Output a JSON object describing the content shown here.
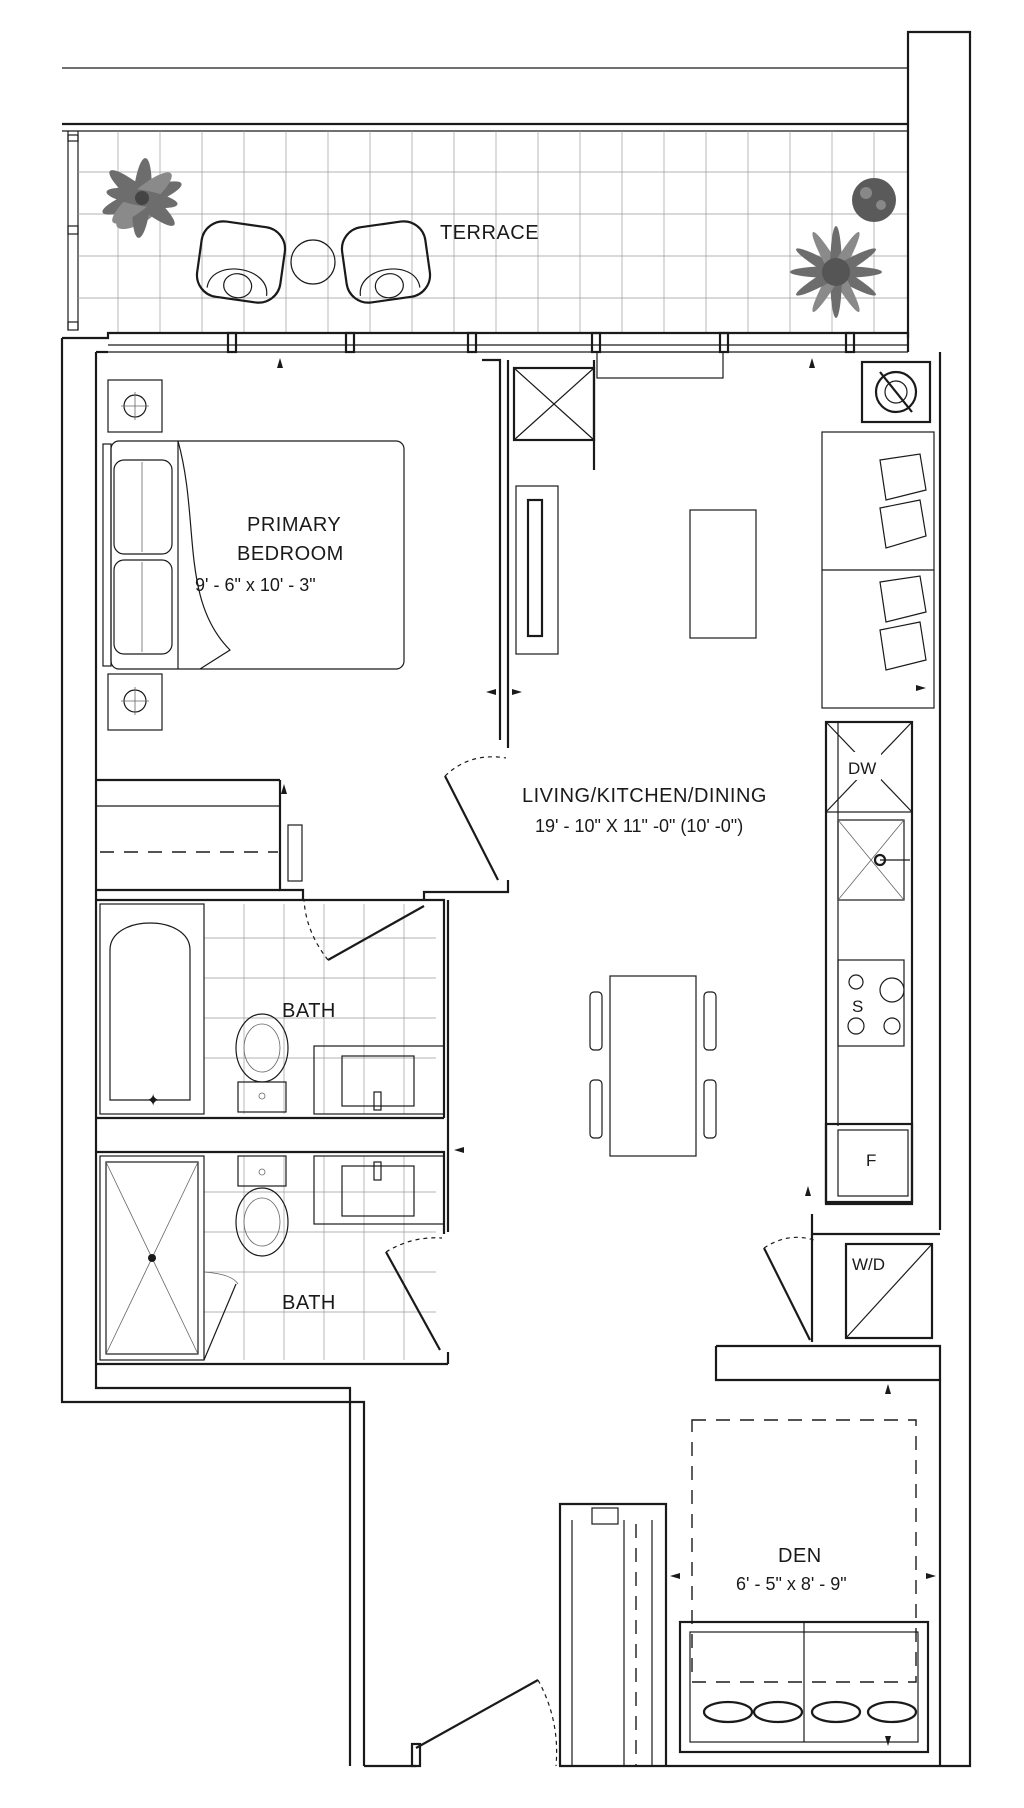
{
  "rooms": {
    "terrace": {
      "label": "TERRACE"
    },
    "primary_bedroom": {
      "label_line1": "PRIMARY",
      "label_line2": "BEDROOM",
      "dimensions": "9' - 6\" x 10' - 3\""
    },
    "living": {
      "label": "LIVING/KITCHEN/DINING",
      "dimensions": "19' - 10\" X 11\" -0\" (10' -0\")"
    },
    "bath_1": {
      "label": "BATH"
    },
    "bath_2": {
      "label": "BATH"
    },
    "den": {
      "label": "DEN",
      "dimensions": "6' - 5\" x 8' - 9\""
    }
  },
  "appliances": {
    "dishwasher": "DW",
    "stove": "S",
    "fridge": "F",
    "washer_dryer": "W/D"
  },
  "colors": {
    "wall": "#1a1a1a",
    "background": "#ffffff",
    "grid": "#9a9a9a",
    "plants": "#6d6d6d"
  }
}
